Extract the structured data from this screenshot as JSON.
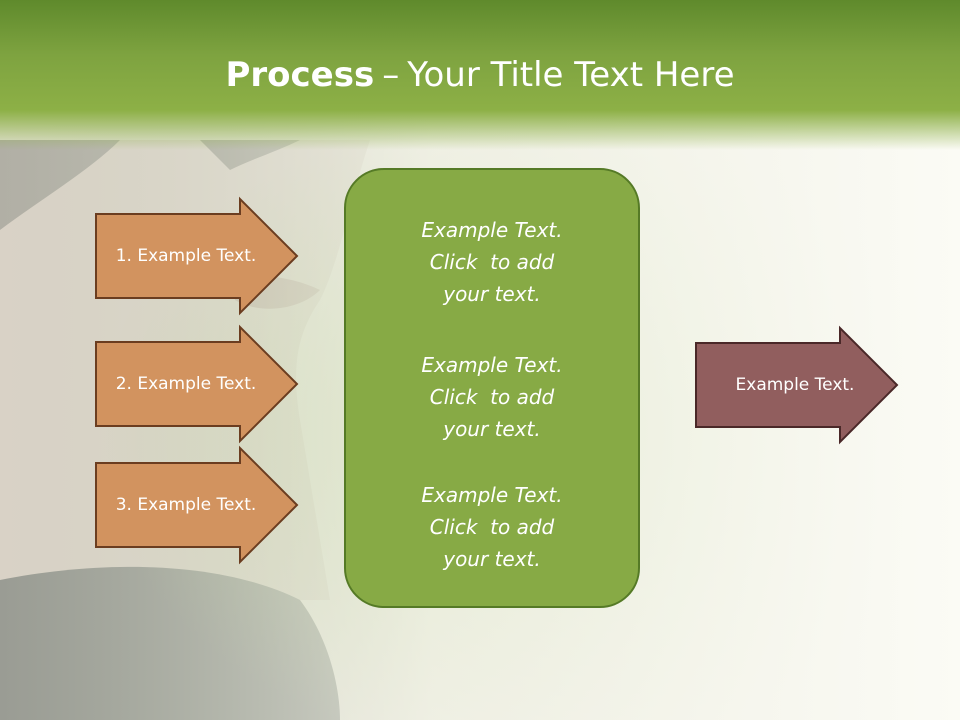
{
  "title": {
    "bold": "Process",
    "separator": "–",
    "rest": "Your Title Text Here"
  },
  "steps": [
    {
      "label": "1. Example Text."
    },
    {
      "label": "2. Example Text."
    },
    {
      "label": "3. Example Text."
    }
  ],
  "center_box": {
    "blocks": [
      {
        "lines": [
          "Example Text.",
          "Click  to add",
          "your text."
        ]
      },
      {
        "lines": [
          "Example Text.",
          "Click  to add",
          "your text."
        ]
      },
      {
        "lines": [
          "Example Text.",
          "Click  to add",
          "your text."
        ]
      }
    ]
  },
  "output": {
    "label": "Example Text."
  },
  "colors": {
    "header_green": "#7ea340",
    "step_arrow_fill": "#d2935f",
    "step_arrow_border": "#6b3d20",
    "center_box_fill": "#87aa45",
    "center_box_border": "#557a26",
    "output_arrow_fill": "#915e5e",
    "output_arrow_border": "#4a2828"
  }
}
